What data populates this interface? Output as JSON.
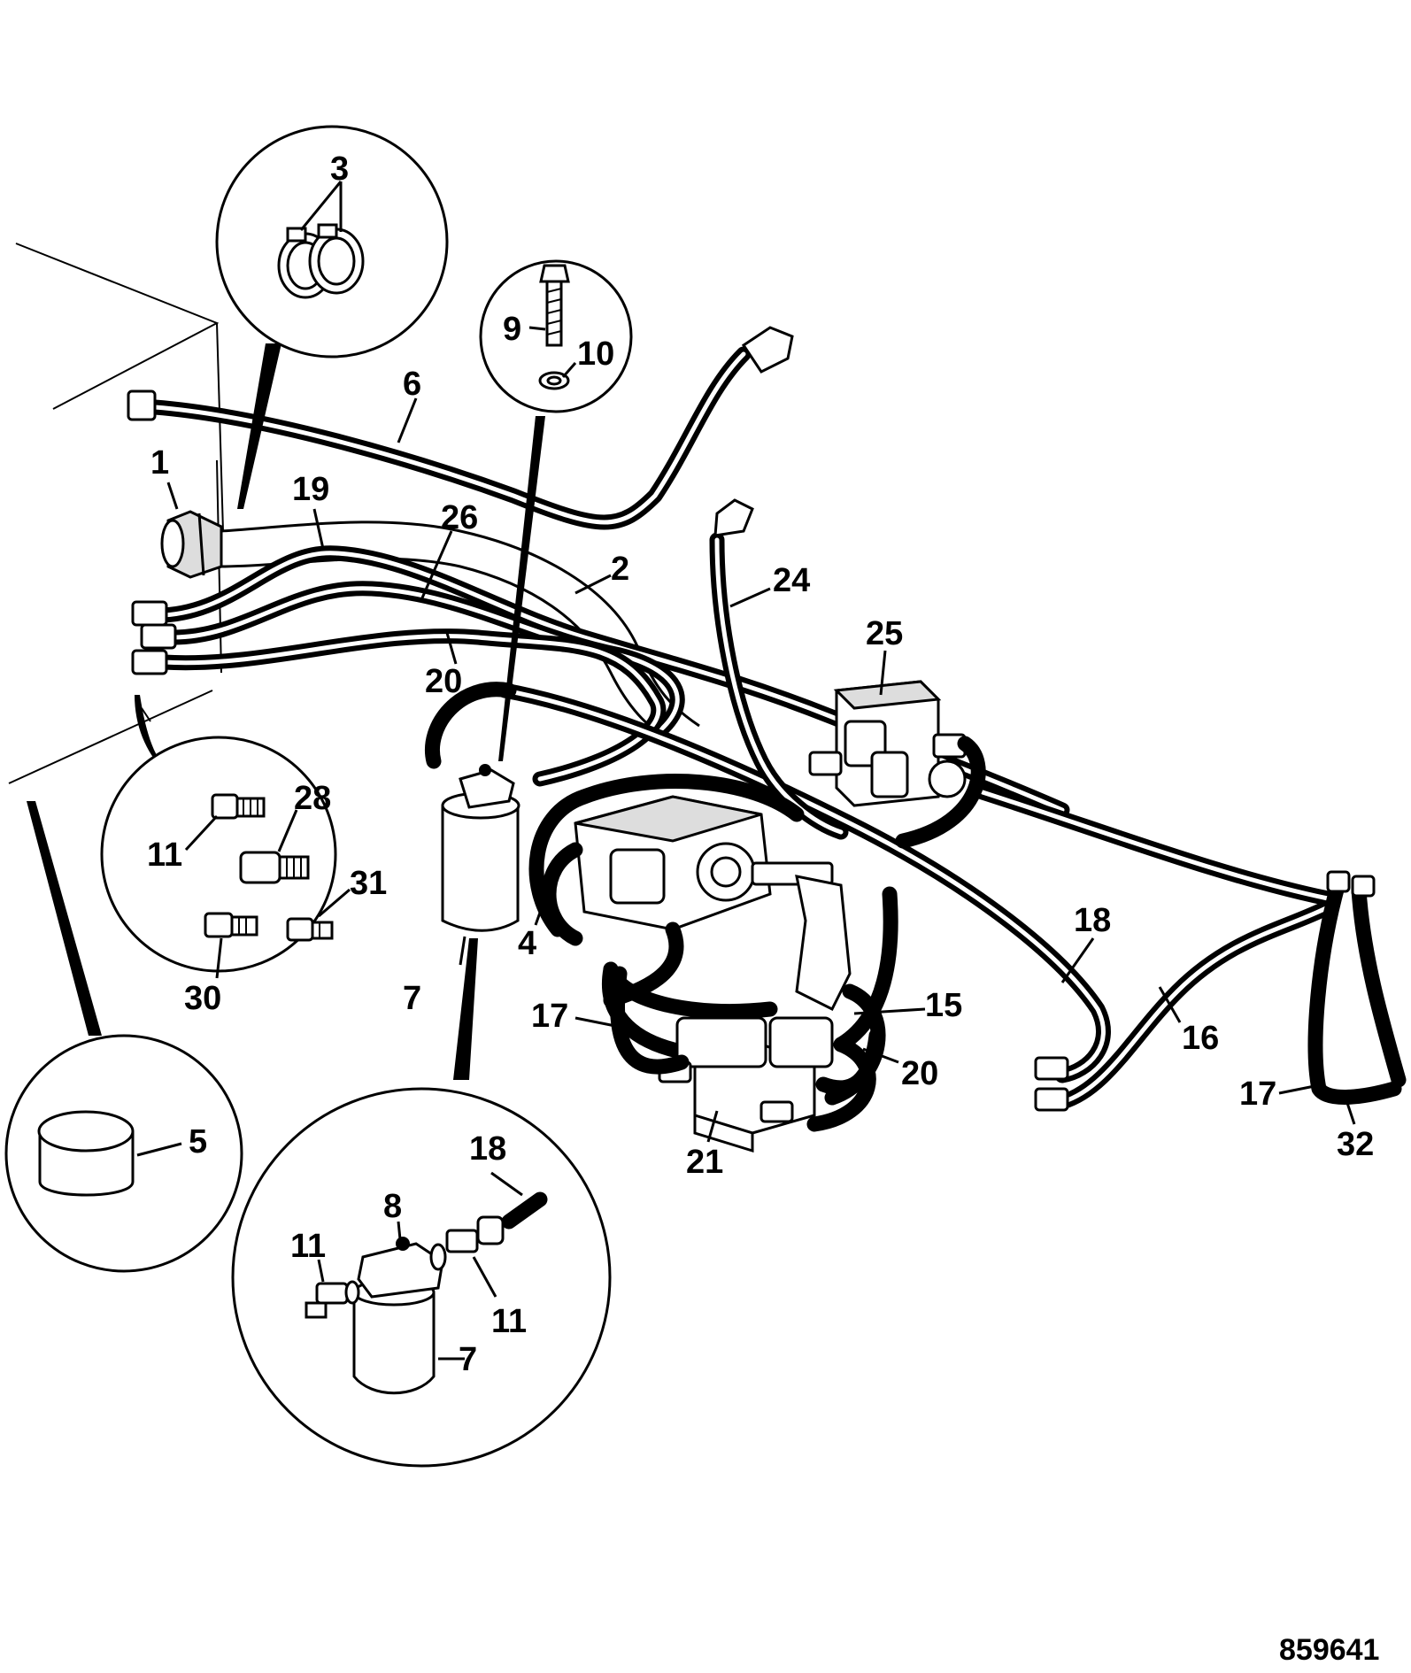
{
  "diagram": {
    "drawing_number": "859641",
    "callouts": {
      "c1": "1",
      "c2": "2",
      "c3": "3",
      "c4": "4",
      "c6": "6",
      "c7": "7",
      "c9": "9",
      "c10": "10",
      "c15": "15",
      "c16": "16",
      "c17": "17",
      "c18": "18",
      "c19": "19",
      "c20": "20",
      "c20b": "20",
      "c21": "21",
      "c24": "24",
      "c25": "25",
      "c26": "26",
      "c17b": "17",
      "c32": "32"
    },
    "detail_fittings": {
      "c11": "11",
      "c28": "28",
      "c31": "31",
      "c30": "30"
    },
    "detail_cap": {
      "c5": "5"
    },
    "detail_filter": {
      "c18": "18",
      "c8": "8",
      "c11a": "11",
      "c11b": "11",
      "c7": "7"
    }
  }
}
